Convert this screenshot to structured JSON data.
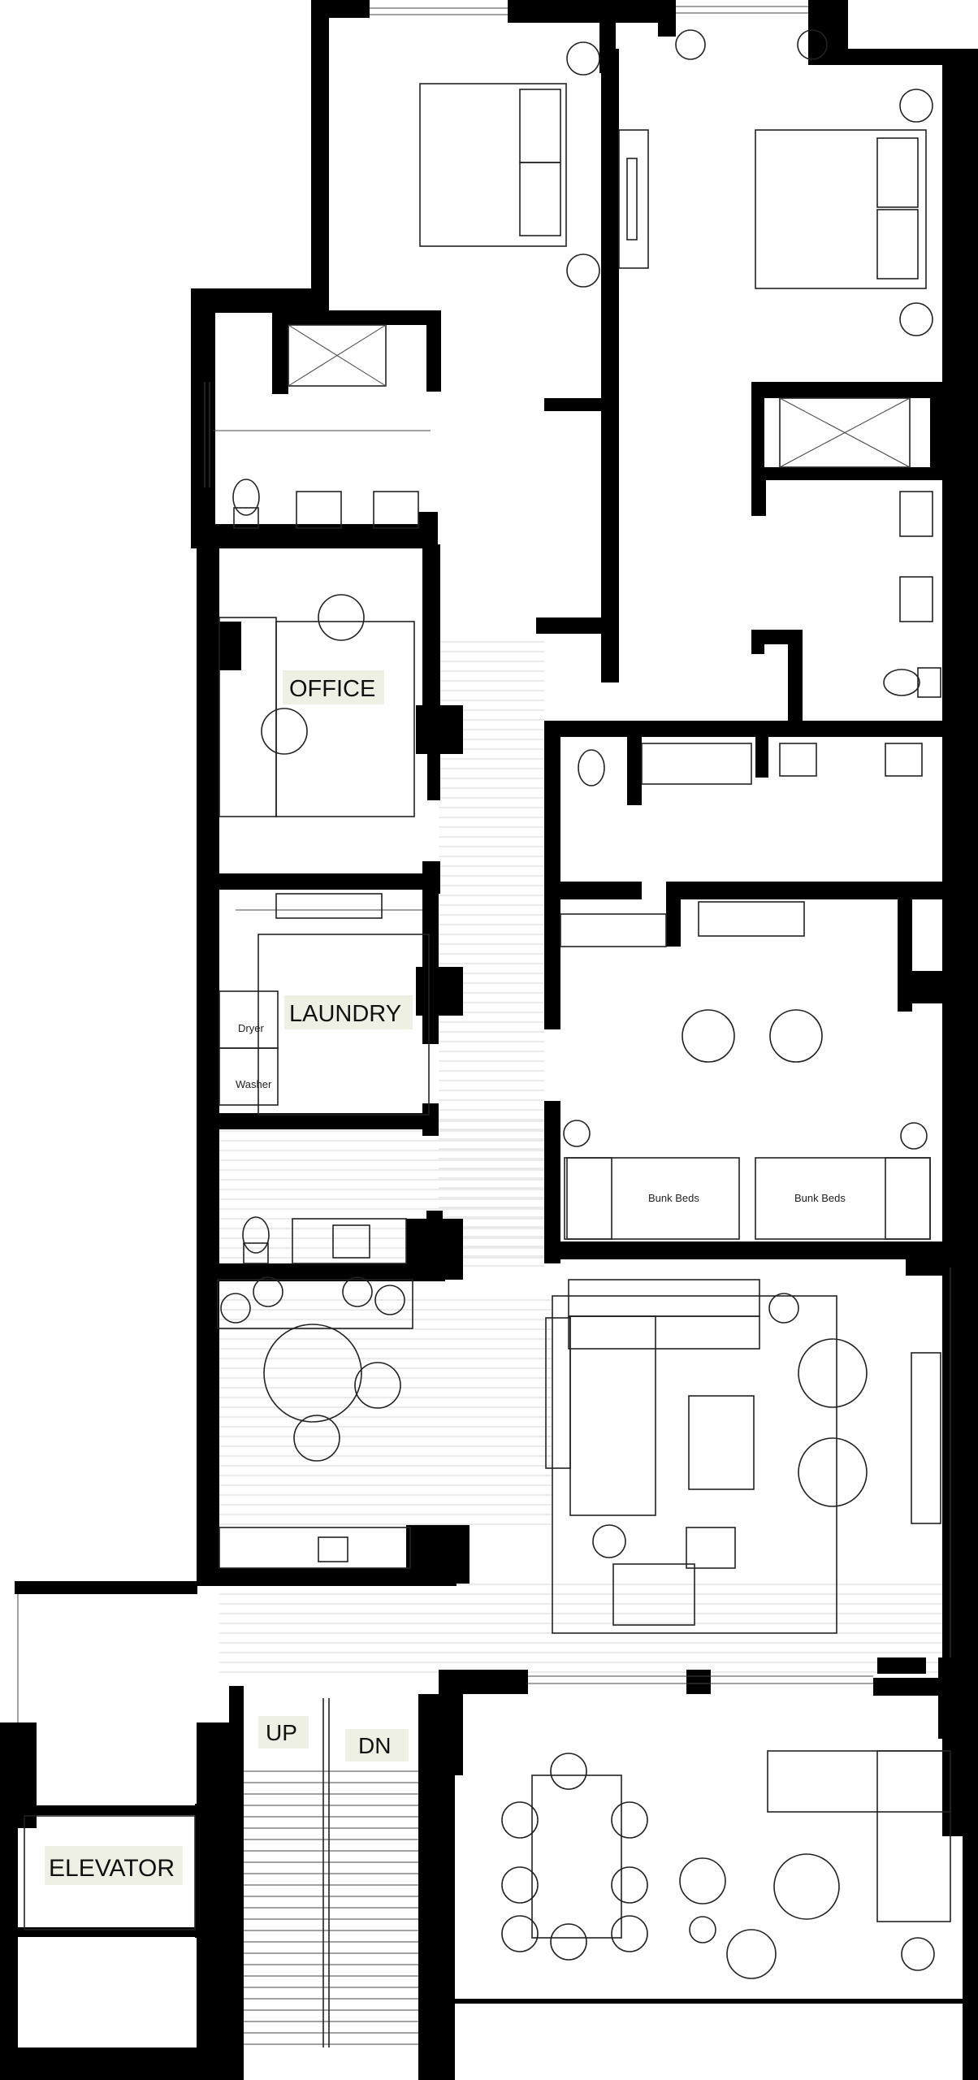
{
  "labels": {
    "office": "OFFICE",
    "laundry": "LAUNDRY",
    "dryer": "Dryer",
    "washer": "Washer",
    "bunk_beds_left": "Bunk Beds",
    "bunk_beds_right": "Bunk Beds",
    "elevator": "ELEVATOR",
    "up": "UP",
    "down": "DN"
  }
}
